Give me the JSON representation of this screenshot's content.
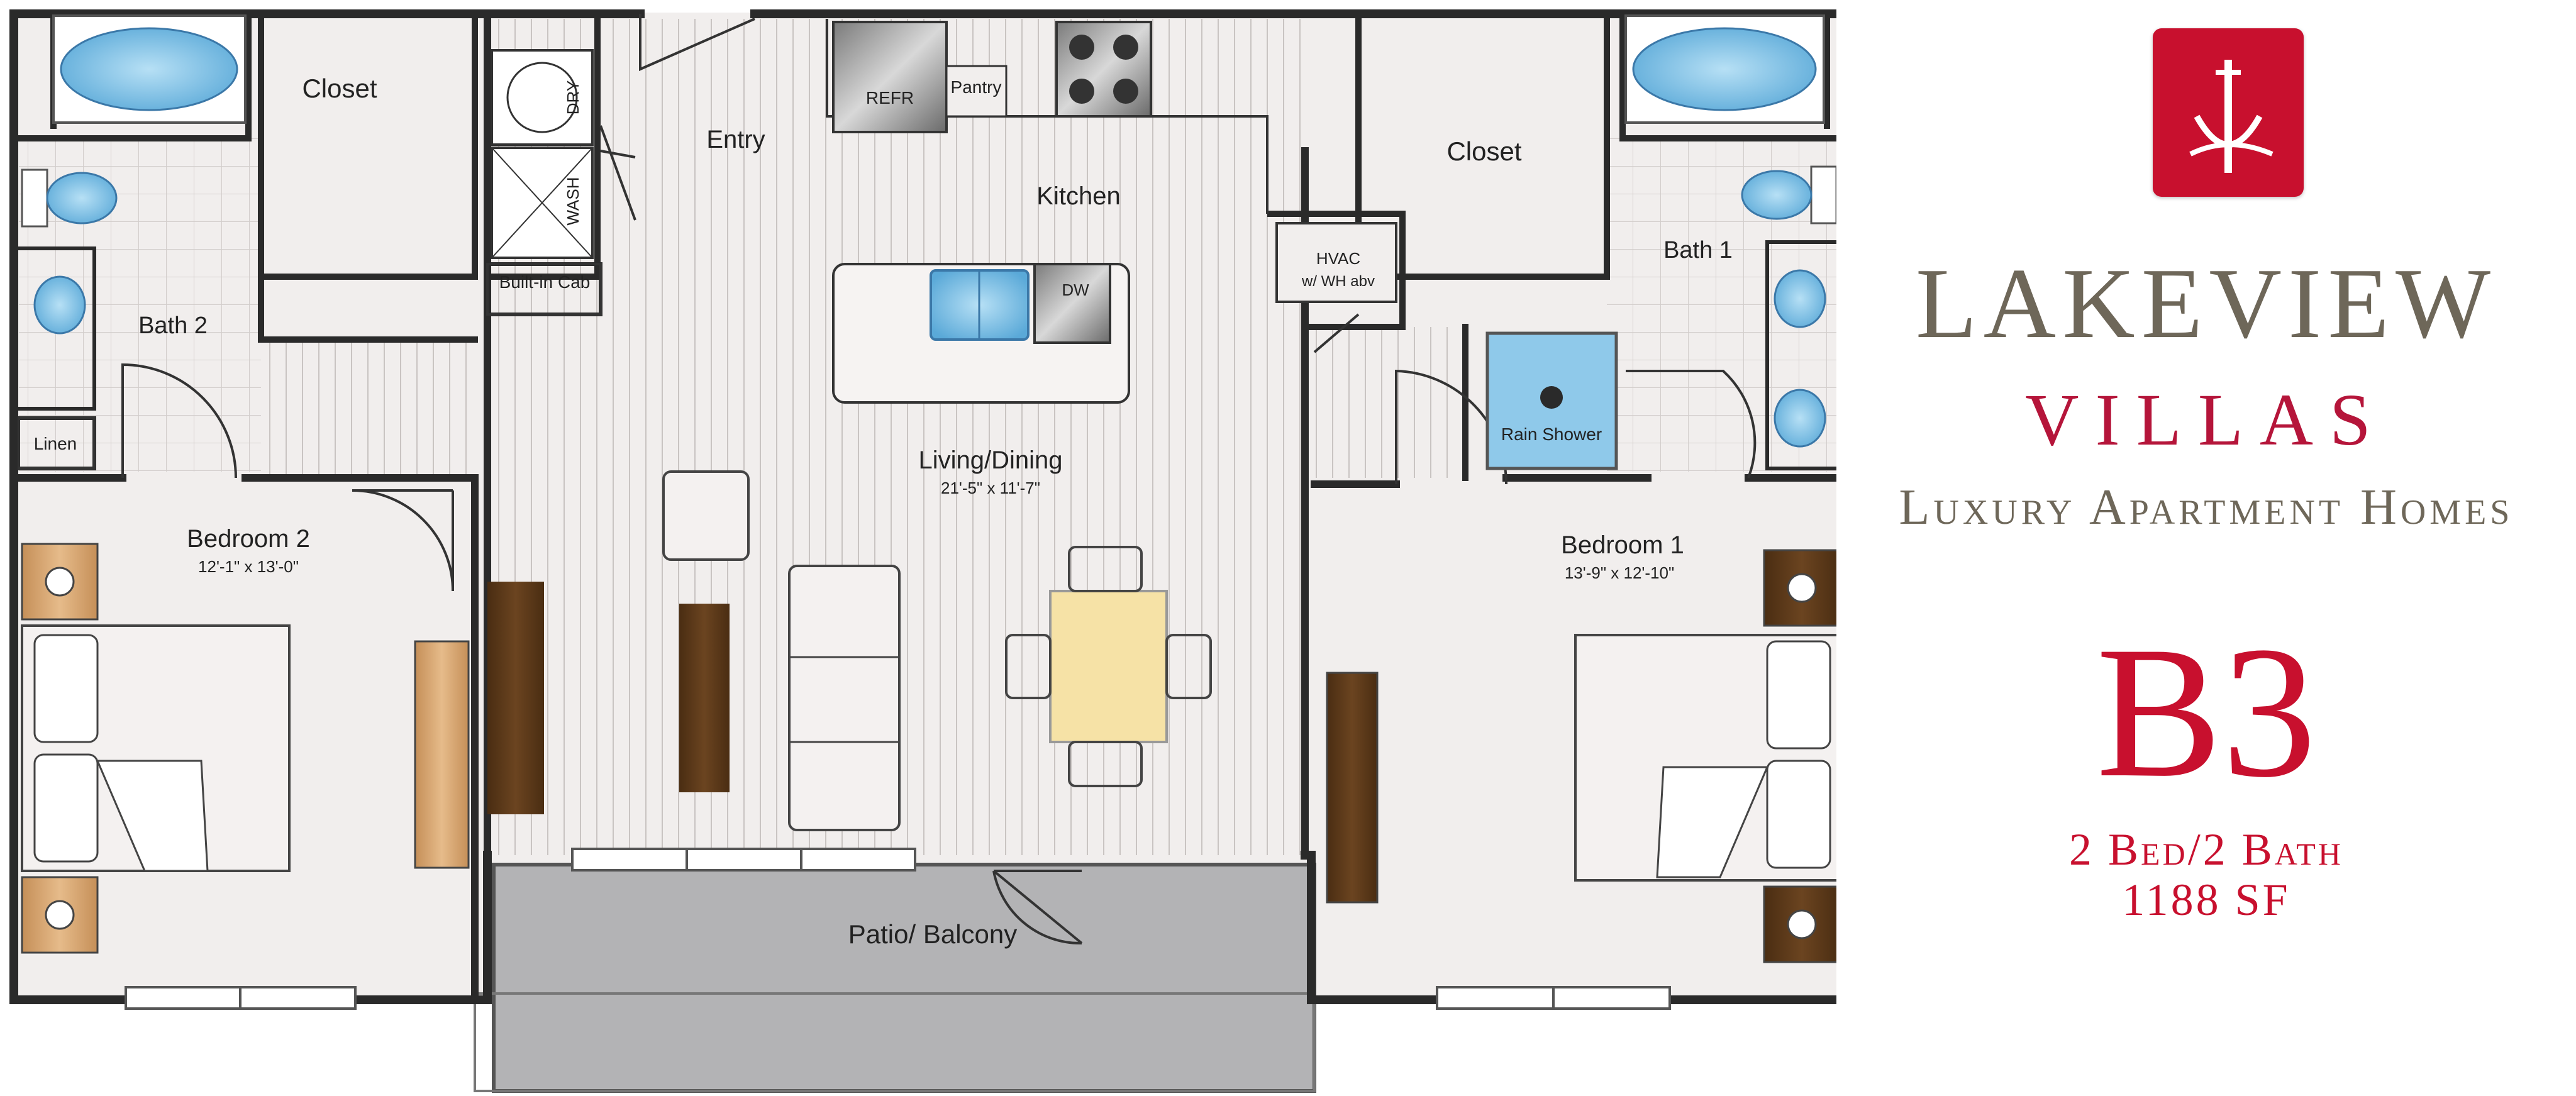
{
  "brand": {
    "name_line1": "LAKEVIEW",
    "name_line2": "VILLAS",
    "tagline": "Luxury Apartment Homes",
    "unit_code": "B3",
    "beds_baths": "2 Bed/2 Bath",
    "square_feet": "1188 SF",
    "accent_color": "#c8102e",
    "text_color": "#6e6759",
    "logo_icon": "trident-monogram-icon"
  },
  "floorplan": {
    "rooms": {
      "closet_left": "Closet",
      "closet_right": "Closet",
      "entry": "Entry",
      "kitchen": "Kitchen",
      "pantry": "Pantry",
      "bath2": "Bath 2",
      "bath1": "Bath 1",
      "linen": "Linen",
      "builtin": "Built-in Cab",
      "hvac": "HVAC",
      "hvac_sub": "w/ WH abv",
      "living": "Living/Dining",
      "living_dim": "21'-5\" x 11'-7\"",
      "bedroom2": "Bedroom 2",
      "bedroom2_dim": "12'-1\" x 13'-0\"",
      "bedroom1": "Bedroom 1",
      "bedroom1_dim": "13'-9\" x 12'-10\"",
      "patio": "Patio/ Balcony",
      "rain_shower": "Rain Shower"
    },
    "appliances": {
      "refr": "REFR",
      "dry": "DRY",
      "wash": "WASH",
      "dw": "DW"
    },
    "colors": {
      "floor": "#f1eeed",
      "wall": "#2a2a2a",
      "patio": "#b3b3b5",
      "fixture_blue": "#8fc9ea",
      "wood_dark": "#5a3a1a",
      "wood_light": "#d8a874",
      "table": "#f6e2a6"
    }
  }
}
